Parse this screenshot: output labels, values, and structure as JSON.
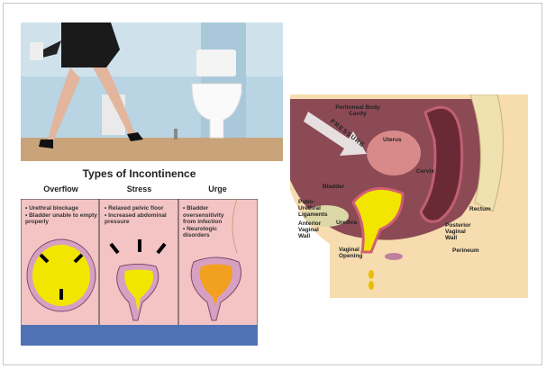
{
  "types_diagram": {
    "title": "Types of Incontinence",
    "columns": [
      {
        "heading": "Overflow",
        "bullets": [
          "• Urethral blockage",
          "• Bladder unable to empty properly"
        ]
      },
      {
        "heading": "Stress",
        "bullets": [
          "• Relaxed pelvic floor",
          "• Increased abdominal pressure"
        ]
      },
      {
        "heading": "Urge",
        "bullets": [
          "• Bladder oversensitivity from infection",
          "• Neurologic disorders"
        ]
      }
    ]
  },
  "anatomy_diagram": {
    "labels": {
      "peritoneal": "Peritoneal Body Cavity",
      "pressure": "PRESSURE",
      "uterus": "Uterus",
      "cervix": "Cervix",
      "bladder": "Bladder",
      "pubo": "Pubo-Urethral Ligaments",
      "urethra": "Urethra",
      "anterior": "Anterior Vaginal Wall",
      "rectum": "Rectum",
      "posterior": "Posterior Vaginal Wall",
      "vaginal_opening": "Vaginal Opening",
      "perineum": "Perineum"
    }
  }
}
